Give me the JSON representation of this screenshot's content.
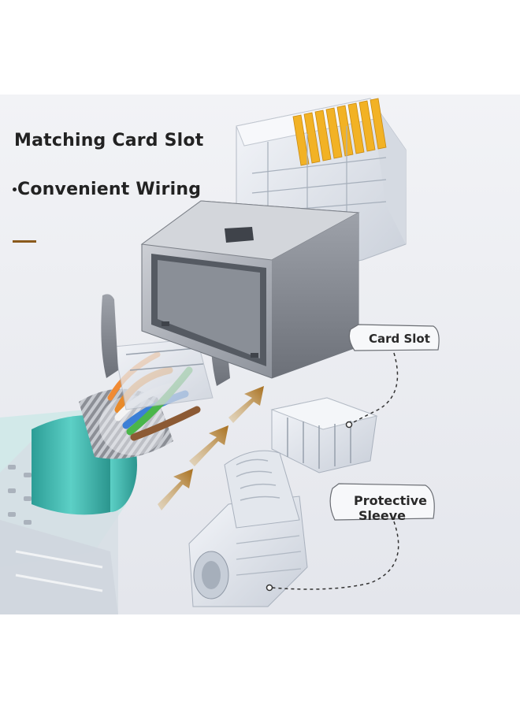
{
  "headlines": {
    "matching_card_slot": "Matching Card Slot",
    "convenient_wiring": "Convenient Wiring"
  },
  "callouts": {
    "card_slot": "Card Slot",
    "protective_line1": "Protective",
    "protective_line2": "Sleeve"
  },
  "colors": {
    "background": "#eeeff3",
    "accent_brown": "#8a5a1c",
    "teal_boot": "#3fb8b0",
    "gold_pins": "#f2b225",
    "arrow_brown": "#b07b2a"
  }
}
